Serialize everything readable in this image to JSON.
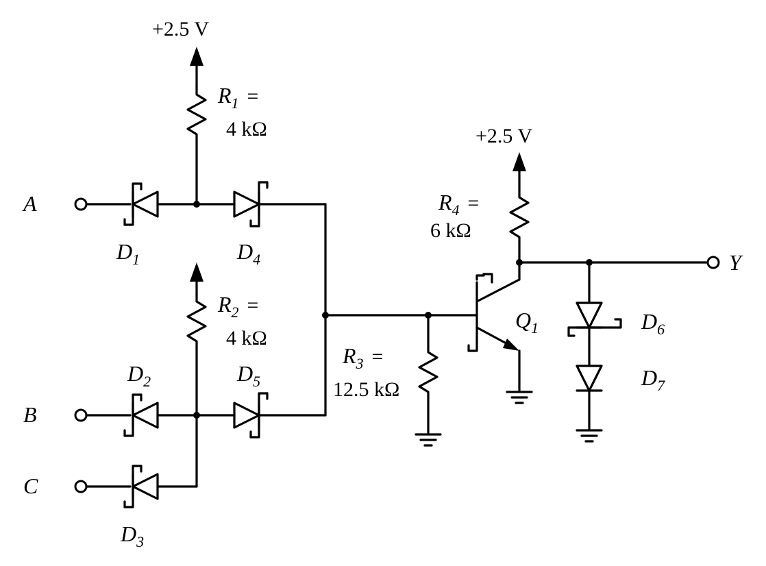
{
  "supply_top": "+2.5 V",
  "supply_right": "+2.5 V",
  "r1": {
    "name": "R",
    "sub": "1",
    "eq": "=",
    "value": "4 kΩ"
  },
  "r2": {
    "name": "R",
    "sub": "2",
    "eq": "=",
    "value": "4 kΩ"
  },
  "r3": {
    "name": "R",
    "sub": "3",
    "eq": "=",
    "value": "12.5 kΩ"
  },
  "r4": {
    "name": "R",
    "sub": "4",
    "eq": "=",
    "value": "6 kΩ"
  },
  "inputs": {
    "a": "A",
    "b": "B",
    "c": "C"
  },
  "output": "Y",
  "diodes": {
    "d1": {
      "name": "D",
      "sub": "1"
    },
    "d2": {
      "name": "D",
      "sub": "2"
    },
    "d3": {
      "name": "D",
      "sub": "3"
    },
    "d4": {
      "name": "D",
      "sub": "4"
    },
    "d5": {
      "name": "D",
      "sub": "5"
    },
    "d6": {
      "name": "D",
      "sub": "6"
    },
    "d7": {
      "name": "D",
      "sub": "7"
    }
  },
  "transistor": {
    "name": "Q",
    "sub": "1"
  }
}
